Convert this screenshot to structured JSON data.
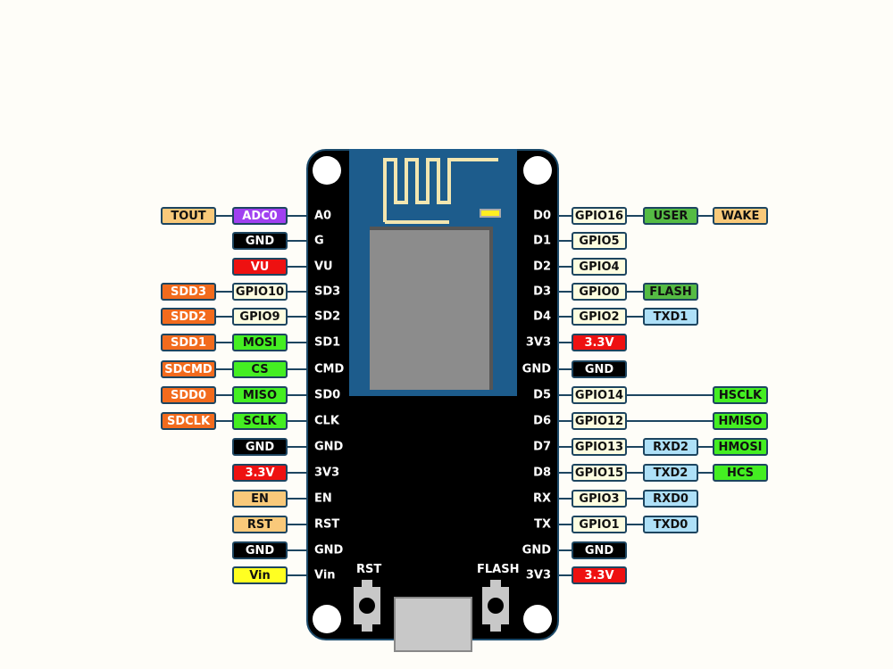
{
  "colors": {
    "board": "#000000",
    "module": "#1d5c8c",
    "tan": "#f9c97a",
    "purple": "#a040f0",
    "black": "#000000",
    "red": "#ee1111",
    "orange": "#f26b1d",
    "cream": "#fdfde0",
    "green": "#44ee22",
    "darkgreen": "#55bb44",
    "blue": "#aee0f8",
    "yellow": "#ffff22"
  },
  "left_pins": [
    {
      "pin": "A0",
      "labels": [
        {
          "text": "ADC0",
          "color": "purple"
        },
        {
          "text": "TOUT",
          "color": "tan"
        }
      ]
    },
    {
      "pin": "G",
      "labels": [
        {
          "text": "GND",
          "color": "black"
        }
      ]
    },
    {
      "pin": "VU",
      "labels": [
        {
          "text": "VU",
          "color": "red"
        }
      ]
    },
    {
      "pin": "SD3",
      "labels": [
        {
          "text": "GPIO10",
          "color": "cream"
        },
        {
          "text": "SDD3",
          "color": "orange"
        }
      ]
    },
    {
      "pin": "SD2",
      "labels": [
        {
          "text": "GPIO9",
          "color": "cream"
        },
        {
          "text": "SDD2",
          "color": "orange"
        }
      ]
    },
    {
      "pin": "SD1",
      "labels": [
        {
          "text": "MOSI",
          "color": "green"
        },
        {
          "text": "SDD1",
          "color": "orange"
        }
      ]
    },
    {
      "pin": "CMD",
      "labels": [
        {
          "text": "CS",
          "color": "green"
        },
        {
          "text": "SDCMD",
          "color": "orange"
        }
      ]
    },
    {
      "pin": "SD0",
      "labels": [
        {
          "text": "MISO",
          "color": "green"
        },
        {
          "text": "SDD0",
          "color": "orange"
        }
      ]
    },
    {
      "pin": "CLK",
      "labels": [
        {
          "text": "SCLK",
          "color": "green"
        },
        {
          "text": "SDCLK",
          "color": "orange"
        }
      ]
    },
    {
      "pin": "GND",
      "labels": [
        {
          "text": "GND",
          "color": "black"
        }
      ]
    },
    {
      "pin": "3V3",
      "labels": [
        {
          "text": "3.3V",
          "color": "red"
        }
      ]
    },
    {
      "pin": "EN",
      "labels": [
        {
          "text": "EN",
          "color": "tan"
        }
      ]
    },
    {
      "pin": "RST",
      "labels": [
        {
          "text": "RST",
          "color": "tan"
        }
      ]
    },
    {
      "pin": "GND",
      "labels": [
        {
          "text": "GND",
          "color": "black"
        }
      ]
    },
    {
      "pin": "Vin",
      "labels": [
        {
          "text": "Vin",
          "color": "yellow"
        }
      ]
    }
  ],
  "right_pins": [
    {
      "pin": "D0",
      "labels": [
        {
          "text": "GPIO16",
          "color": "cream"
        },
        {
          "text": "USER",
          "color": "darkgreen"
        },
        {
          "text": "WAKE",
          "color": "tan"
        }
      ]
    },
    {
      "pin": "D1",
      "labels": [
        {
          "text": "GPIO5",
          "color": "cream"
        }
      ]
    },
    {
      "pin": "D2",
      "labels": [
        {
          "text": "GPIO4",
          "color": "cream"
        }
      ]
    },
    {
      "pin": "D3",
      "labels": [
        {
          "text": "GPIO0",
          "color": "cream"
        },
        {
          "text": "FLASH",
          "color": "darkgreen"
        }
      ]
    },
    {
      "pin": "D4",
      "labels": [
        {
          "text": "GPIO2",
          "color": "cream"
        },
        {
          "text": "TXD1",
          "color": "blue"
        }
      ]
    },
    {
      "pin": "3V3",
      "labels": [
        {
          "text": "3.3V",
          "color": "red"
        }
      ]
    },
    {
      "pin": "GND",
      "labels": [
        {
          "text": "GND",
          "color": "black"
        }
      ]
    },
    {
      "pin": "D5",
      "labels": [
        {
          "text": "GPIO14",
          "color": "cream"
        },
        null,
        {
          "text": "HSCLK",
          "color": "green"
        }
      ]
    },
    {
      "pin": "D6",
      "labels": [
        {
          "text": "GPIO12",
          "color": "cream"
        },
        null,
        {
          "text": "HMISO",
          "color": "green"
        }
      ]
    },
    {
      "pin": "D7",
      "labels": [
        {
          "text": "GPIO13",
          "color": "cream"
        },
        {
          "text": "RXD2",
          "color": "blue"
        },
        {
          "text": "HMOSI",
          "color": "green"
        }
      ]
    },
    {
      "pin": "D8",
      "labels": [
        {
          "text": "GPIO15",
          "color": "cream"
        },
        {
          "text": "TXD2",
          "color": "blue"
        },
        {
          "text": "HCS",
          "color": "green"
        }
      ]
    },
    {
      "pin": "RX",
      "labels": [
        {
          "text": "GPIO3",
          "color": "cream"
        },
        {
          "text": "RXD0",
          "color": "blue"
        }
      ]
    },
    {
      "pin": "TX",
      "labels": [
        {
          "text": "GPIO1",
          "color": "cream"
        },
        {
          "text": "TXD0",
          "color": "blue"
        }
      ]
    },
    {
      "pin": "GND",
      "labels": [
        {
          "text": "GND",
          "color": "black"
        }
      ]
    },
    {
      "pin": "3V3",
      "labels": [
        {
          "text": "3.3V",
          "color": "red"
        }
      ]
    }
  ],
  "buttons": {
    "rst": "RST",
    "flash": "FLASH"
  }
}
